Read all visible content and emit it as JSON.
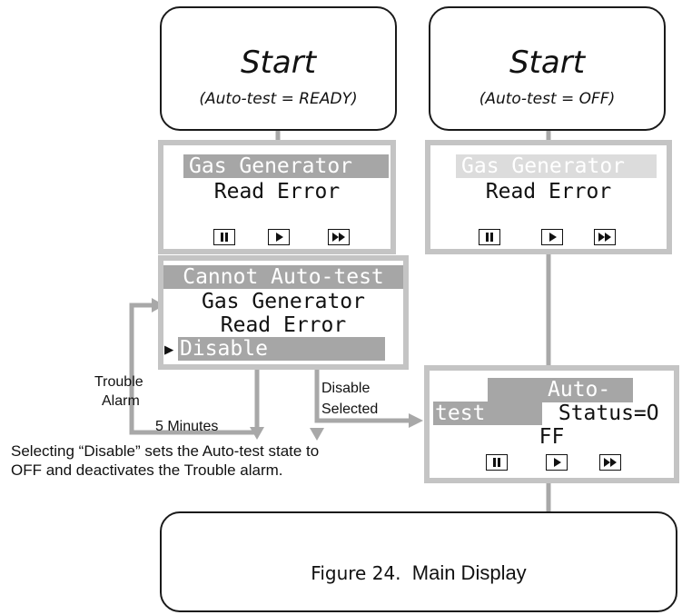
{
  "start_ready": {
    "title": "Start",
    "subtitle": "(Auto-test = READY)"
  },
  "start_off": {
    "title": "Start",
    "subtitle": "(Auto-test = OFF)"
  },
  "screen_ready": {
    "line1": "Gas Generator",
    "line2": "Read Error"
  },
  "screen_off": {
    "line1": "Gas Generator",
    "line2": "Read Error"
  },
  "cannot_screen": {
    "line1": "Cannot Auto-test",
    "line2": "Gas Generator",
    "line3": "Read Error",
    "line4": "Disable"
  },
  "status_screen": {
    "line1": "Auto-",
    "line2a": "test",
    "line2b": " Status=O",
    "line3": "FF"
  },
  "labels": {
    "trouble": "Trouble",
    "alarm": "Alarm",
    "five_minutes": "5 Minutes",
    "disable": "Disable",
    "selected": "Selected",
    "note_line1": "Selecting “Disable” sets the Auto-test state to",
    "note_line2": "OFF and deactivates the Trouble alarm."
  },
  "caption": {
    "prefix": "Figure ",
    "number": "24.",
    "title": "  Main Display"
  },
  "icons": [
    "pause-icon",
    "play-icon",
    "fast-forward-icon"
  ],
  "colors": {
    "screen_border": "#c4c4c4",
    "connector": "#a8a8a8",
    "highlight_dark": "#a6a6a6",
    "highlight_light": "#dcdcdc"
  }
}
